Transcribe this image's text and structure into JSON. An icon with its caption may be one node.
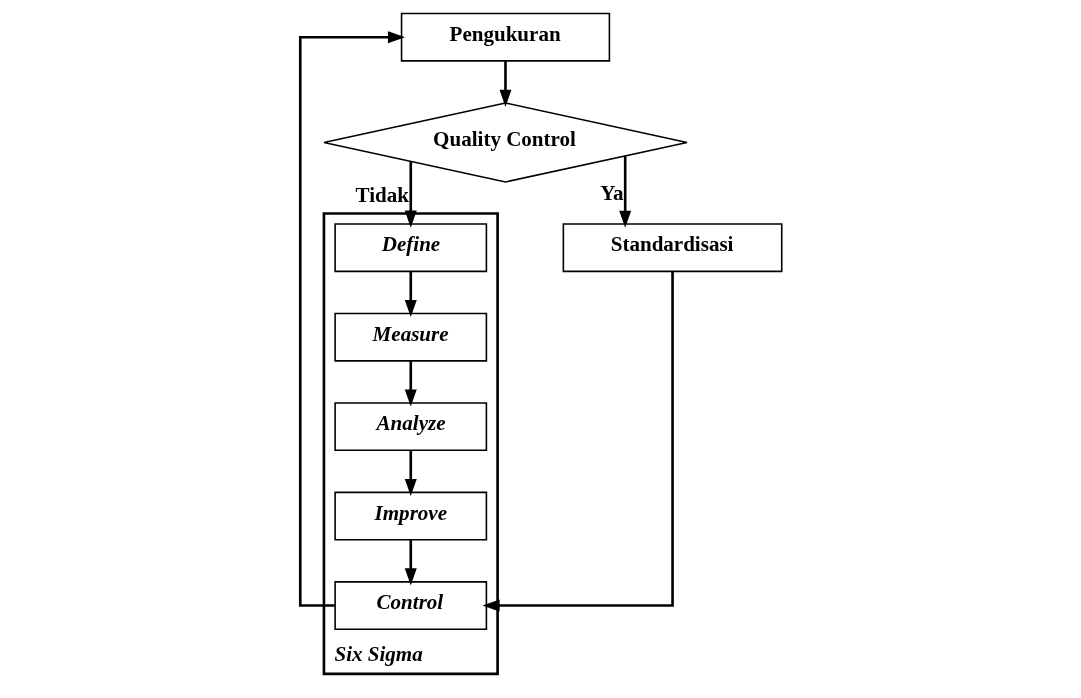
{
  "diagram": {
    "nodes": [
      {
        "text": [
          "Pengukuran"
        ]
      },
      {
        "text": [
          "Quality Control"
        ]
      },
      {
        "text": [
          "Six Sigma"
        ]
      },
      {
        "text": [
          "Define"
        ],
        "in": 2
      },
      {
        "text": [
          "Measure"
        ],
        "in": 2
      },
      {
        "text": [
          "Analyze"
        ],
        "in": 2
      },
      {
        "text": [
          "Improve"
        ],
        "in": 2
      },
      {
        "text": [
          "Control"
        ],
        "in": 2
      },
      {
        "text": [
          "Standardisasi"
        ]
      }
    ],
    "edges": [
      {
        "from": 0,
        "to": 1,
        "arrow": "to"
      },
      {
        "from": 1,
        "to": 8,
        "arrow": "to",
        "label": "Ya"
      },
      {
        "from": 1,
        "to": 3,
        "arrow": "to",
        "label": "Tidak"
      },
      {
        "from": 3,
        "to": 4,
        "arrow": "to"
      },
      {
        "from": 4,
        "to": 5,
        "arrow": "to"
      },
      {
        "from": 5,
        "to": 6,
        "arrow": "to"
      },
      {
        "from": 6,
        "to": 7,
        "arrow": "to"
      },
      {
        "from": 8,
        "to": 7,
        "arrow": "to"
      },
      {
        "from": 7,
        "to": 0,
        "arrow": "to"
      }
    ]
  }
}
